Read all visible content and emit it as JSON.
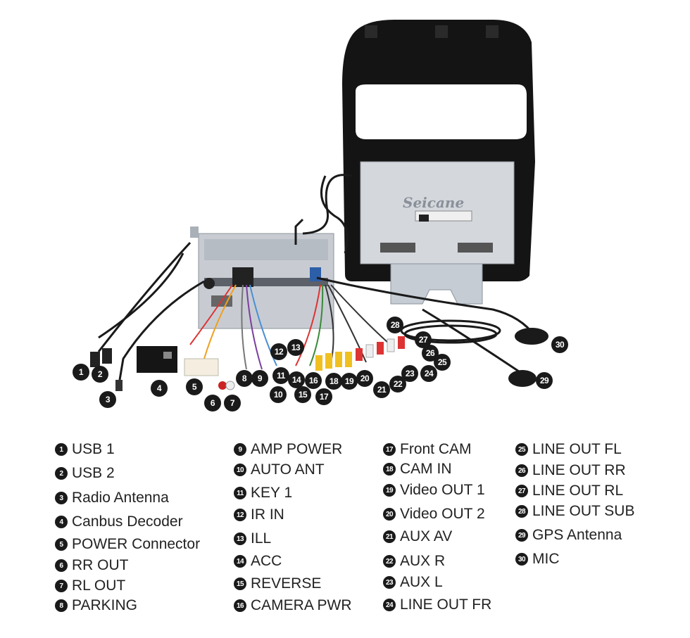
{
  "brand_logo": "Seicane",
  "legend": [
    {
      "num": "1",
      "label": "USB 1"
    },
    {
      "num": "2",
      "label": "USB 2"
    },
    {
      "num": "3",
      "label": "Radio Antenna"
    },
    {
      "num": "4",
      "label": "Canbus Decoder"
    },
    {
      "num": "5",
      "label": "POWER Connector"
    },
    {
      "num": "6",
      "label": "RR OUT"
    },
    {
      "num": "7",
      "label": "RL OUT"
    },
    {
      "num": "8",
      "label": "PARKING"
    },
    {
      "num": "9",
      "label": "AMP POWER"
    },
    {
      "num": "10",
      "label": "AUTO ANT"
    },
    {
      "num": "11",
      "label": "KEY 1"
    },
    {
      "num": "12",
      "label": "IR IN"
    },
    {
      "num": "13",
      "label": "ILL"
    },
    {
      "num": "14",
      "label": "ACC"
    },
    {
      "num": "15",
      "label": "REVERSE"
    },
    {
      "num": "16",
      "label": "CAMERA PWR"
    },
    {
      "num": "17",
      "label": "Front  CAM"
    },
    {
      "num": "18",
      "label": "CAM IN"
    },
    {
      "num": "19",
      "label": "Video OUT 1"
    },
    {
      "num": "20",
      "label": "Video OUT 2"
    },
    {
      "num": "21",
      "label": "AUX AV"
    },
    {
      "num": "22",
      "label": "AUX R"
    },
    {
      "num": "23",
      "label": "AUX L"
    },
    {
      "num": "24",
      "label": "LINE OUT FR"
    },
    {
      "num": "25",
      "label": "LINE OUT FL"
    },
    {
      "num": "26",
      "label": "LINE OUT RR"
    },
    {
      "num": "27",
      "label": "LINE OUT RL"
    },
    {
      "num": "28",
      "label": "LINE OUT SUB"
    },
    {
      "num": "29",
      "label": "GPS Antenna"
    },
    {
      "num": "30",
      "label": "MIC"
    }
  ],
  "callouts": [
    "1",
    "2",
    "3",
    "4",
    "5",
    "6",
    "7",
    "8",
    "9",
    "10",
    "11",
    "12",
    "13",
    "14",
    "15",
    "16",
    "17",
    "18",
    "19",
    "20",
    "21",
    "22",
    "23",
    "24",
    "25",
    "26",
    "27",
    "28",
    "29",
    "30"
  ]
}
